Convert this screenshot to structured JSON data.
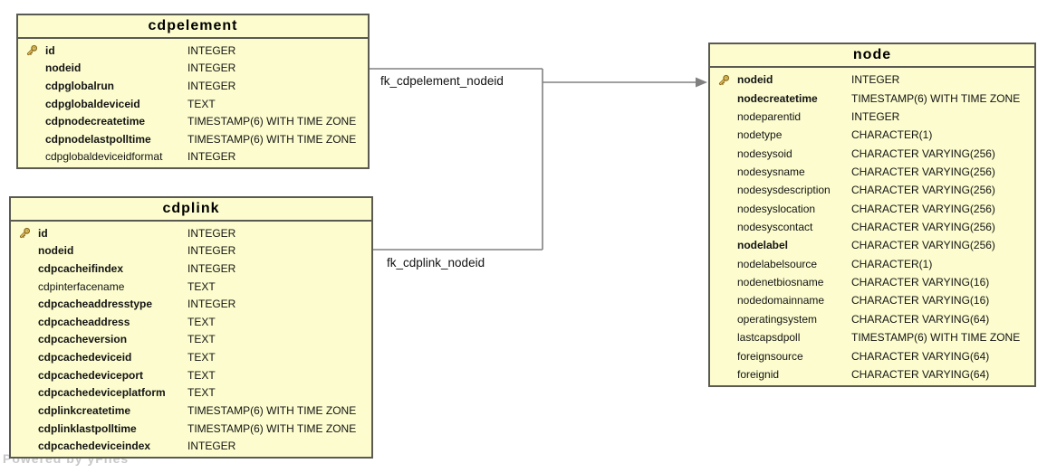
{
  "diagram": {
    "watermark": "Powered by yFiles",
    "colors": {
      "table_fill": "#FCFCCE",
      "table_border": "#5a5a52",
      "edge_line": "#808080",
      "key_gold": "#EAC653",
      "key_outline": "#8a6a22",
      "watermark_gray": "#c8c8c8"
    },
    "tables": [
      {
        "id": "cdpelement",
        "title": "cdpelement",
        "columns": [
          {
            "name": "id",
            "type": "INTEGER",
            "key": true,
            "bold": true
          },
          {
            "name": "nodeid",
            "type": "INTEGER",
            "key": false,
            "bold": true
          },
          {
            "name": "cdpglobalrun",
            "type": "INTEGER",
            "key": false,
            "bold": true
          },
          {
            "name": "cdpglobaldeviceid",
            "type": "TEXT",
            "key": false,
            "bold": true
          },
          {
            "name": "cdpnodecreatetime",
            "type": "TIMESTAMP(6) WITH TIME ZONE",
            "key": false,
            "bold": true
          },
          {
            "name": "cdpnodelastpolltime",
            "type": "TIMESTAMP(6) WITH TIME ZONE",
            "key": false,
            "bold": true
          },
          {
            "name": "cdpglobaldeviceidformat",
            "type": "INTEGER",
            "key": false,
            "bold": false
          }
        ]
      },
      {
        "id": "cdplink",
        "title": "cdplink",
        "columns": [
          {
            "name": "id",
            "type": "INTEGER",
            "key": true,
            "bold": true
          },
          {
            "name": "nodeid",
            "type": "INTEGER",
            "key": false,
            "bold": true
          },
          {
            "name": "cdpcacheifindex",
            "type": "INTEGER",
            "key": false,
            "bold": true
          },
          {
            "name": "cdpinterfacename",
            "type": "TEXT",
            "key": false,
            "bold": false
          },
          {
            "name": "cdpcacheaddresstype",
            "type": "INTEGER",
            "key": false,
            "bold": true
          },
          {
            "name": "cdpcacheaddress",
            "type": "TEXT",
            "key": false,
            "bold": true
          },
          {
            "name": "cdpcacheversion",
            "type": "TEXT",
            "key": false,
            "bold": true
          },
          {
            "name": "cdpcachedeviceid",
            "type": "TEXT",
            "key": false,
            "bold": true
          },
          {
            "name": "cdpcachedeviceport",
            "type": "TEXT",
            "key": false,
            "bold": true
          },
          {
            "name": "cdpcachedeviceplatform",
            "type": "TEXT",
            "key": false,
            "bold": true
          },
          {
            "name": "cdplinkcreatetime",
            "type": "TIMESTAMP(6) WITH TIME ZONE",
            "key": false,
            "bold": true
          },
          {
            "name": "cdplinklastpolltime",
            "type": "TIMESTAMP(6) WITH TIME ZONE",
            "key": false,
            "bold": true
          },
          {
            "name": "cdpcachedeviceindex",
            "type": "INTEGER",
            "key": false,
            "bold": true
          }
        ]
      },
      {
        "id": "node",
        "title": "node",
        "columns": [
          {
            "name": "nodeid",
            "type": "INTEGER",
            "key": true,
            "bold": true
          },
          {
            "name": "nodecreatetime",
            "type": "TIMESTAMP(6) WITH TIME ZONE",
            "key": false,
            "bold": true
          },
          {
            "name": "nodeparentid",
            "type": "INTEGER",
            "key": false,
            "bold": false
          },
          {
            "name": "nodetype",
            "type": "CHARACTER(1)",
            "key": false,
            "bold": false
          },
          {
            "name": "nodesysoid",
            "type": "CHARACTER VARYING(256)",
            "key": false,
            "bold": false
          },
          {
            "name": "nodesysname",
            "type": "CHARACTER VARYING(256)",
            "key": false,
            "bold": false
          },
          {
            "name": "nodesysdescription",
            "type": "CHARACTER VARYING(256)",
            "key": false,
            "bold": false
          },
          {
            "name": "nodesyslocation",
            "type": "CHARACTER VARYING(256)",
            "key": false,
            "bold": false
          },
          {
            "name": "nodesyscontact",
            "type": "CHARACTER VARYING(256)",
            "key": false,
            "bold": false
          },
          {
            "name": "nodelabel",
            "type": "CHARACTER VARYING(256)",
            "key": false,
            "bold": true
          },
          {
            "name": "nodelabelsource",
            "type": "CHARACTER(1)",
            "key": false,
            "bold": false
          },
          {
            "name": "nodenetbiosname",
            "type": "CHARACTER VARYING(16)",
            "key": false,
            "bold": false
          },
          {
            "name": "nodedomainname",
            "type": "CHARACTER VARYING(16)",
            "key": false,
            "bold": false
          },
          {
            "name": "operatingsystem",
            "type": "CHARACTER VARYING(64)",
            "key": false,
            "bold": false
          },
          {
            "name": "lastcapsdpoll",
            "type": "TIMESTAMP(6) WITH TIME ZONE",
            "key": false,
            "bold": false
          },
          {
            "name": "foreignsource",
            "type": "CHARACTER VARYING(64)",
            "key": false,
            "bold": false
          },
          {
            "name": "foreignid",
            "type": "CHARACTER VARYING(64)",
            "key": false,
            "bold": false
          }
        ]
      }
    ],
    "relations": [
      {
        "id": "fk_cdpelement_nodeid",
        "label": "fk_cdpelement_nodeid",
        "from": "cdpelement.nodeid",
        "to": "node.nodeid"
      },
      {
        "id": "fk_cdplink_nodeid",
        "label": "fk_cdplink_nodeid",
        "from": "cdplink.nodeid",
        "to": "node.nodeid"
      }
    ]
  }
}
